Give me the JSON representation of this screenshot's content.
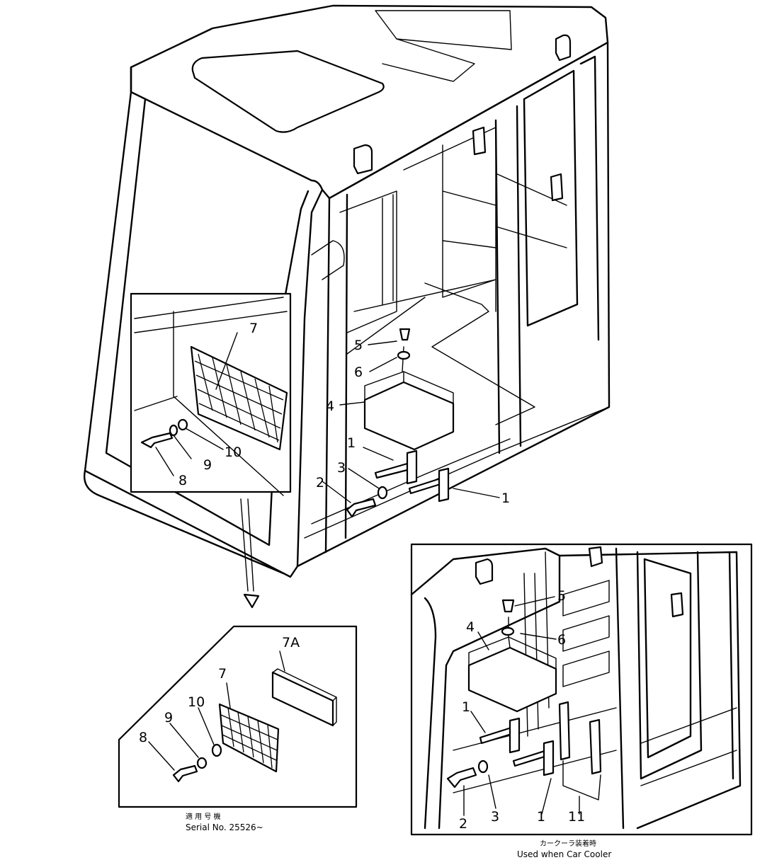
{
  "labels": {
    "main": [
      "7",
      "8",
      "9",
      "10",
      "5",
      "6",
      "4",
      "1",
      "3",
      "2",
      "1"
    ],
    "detail_net": [
      "7A",
      "7",
      "10",
      "9",
      "8"
    ],
    "detail_cooler": [
      "5",
      "4",
      "6",
      "1",
      "2",
      "3",
      "1",
      "11"
    ]
  },
  "captions": {
    "serial_jp": "適 用 号 機",
    "serial_en": "Serial No. 25526~",
    "cooler_jp": "カークーラ装着時",
    "cooler_en": "Used when Car Cooler"
  }
}
